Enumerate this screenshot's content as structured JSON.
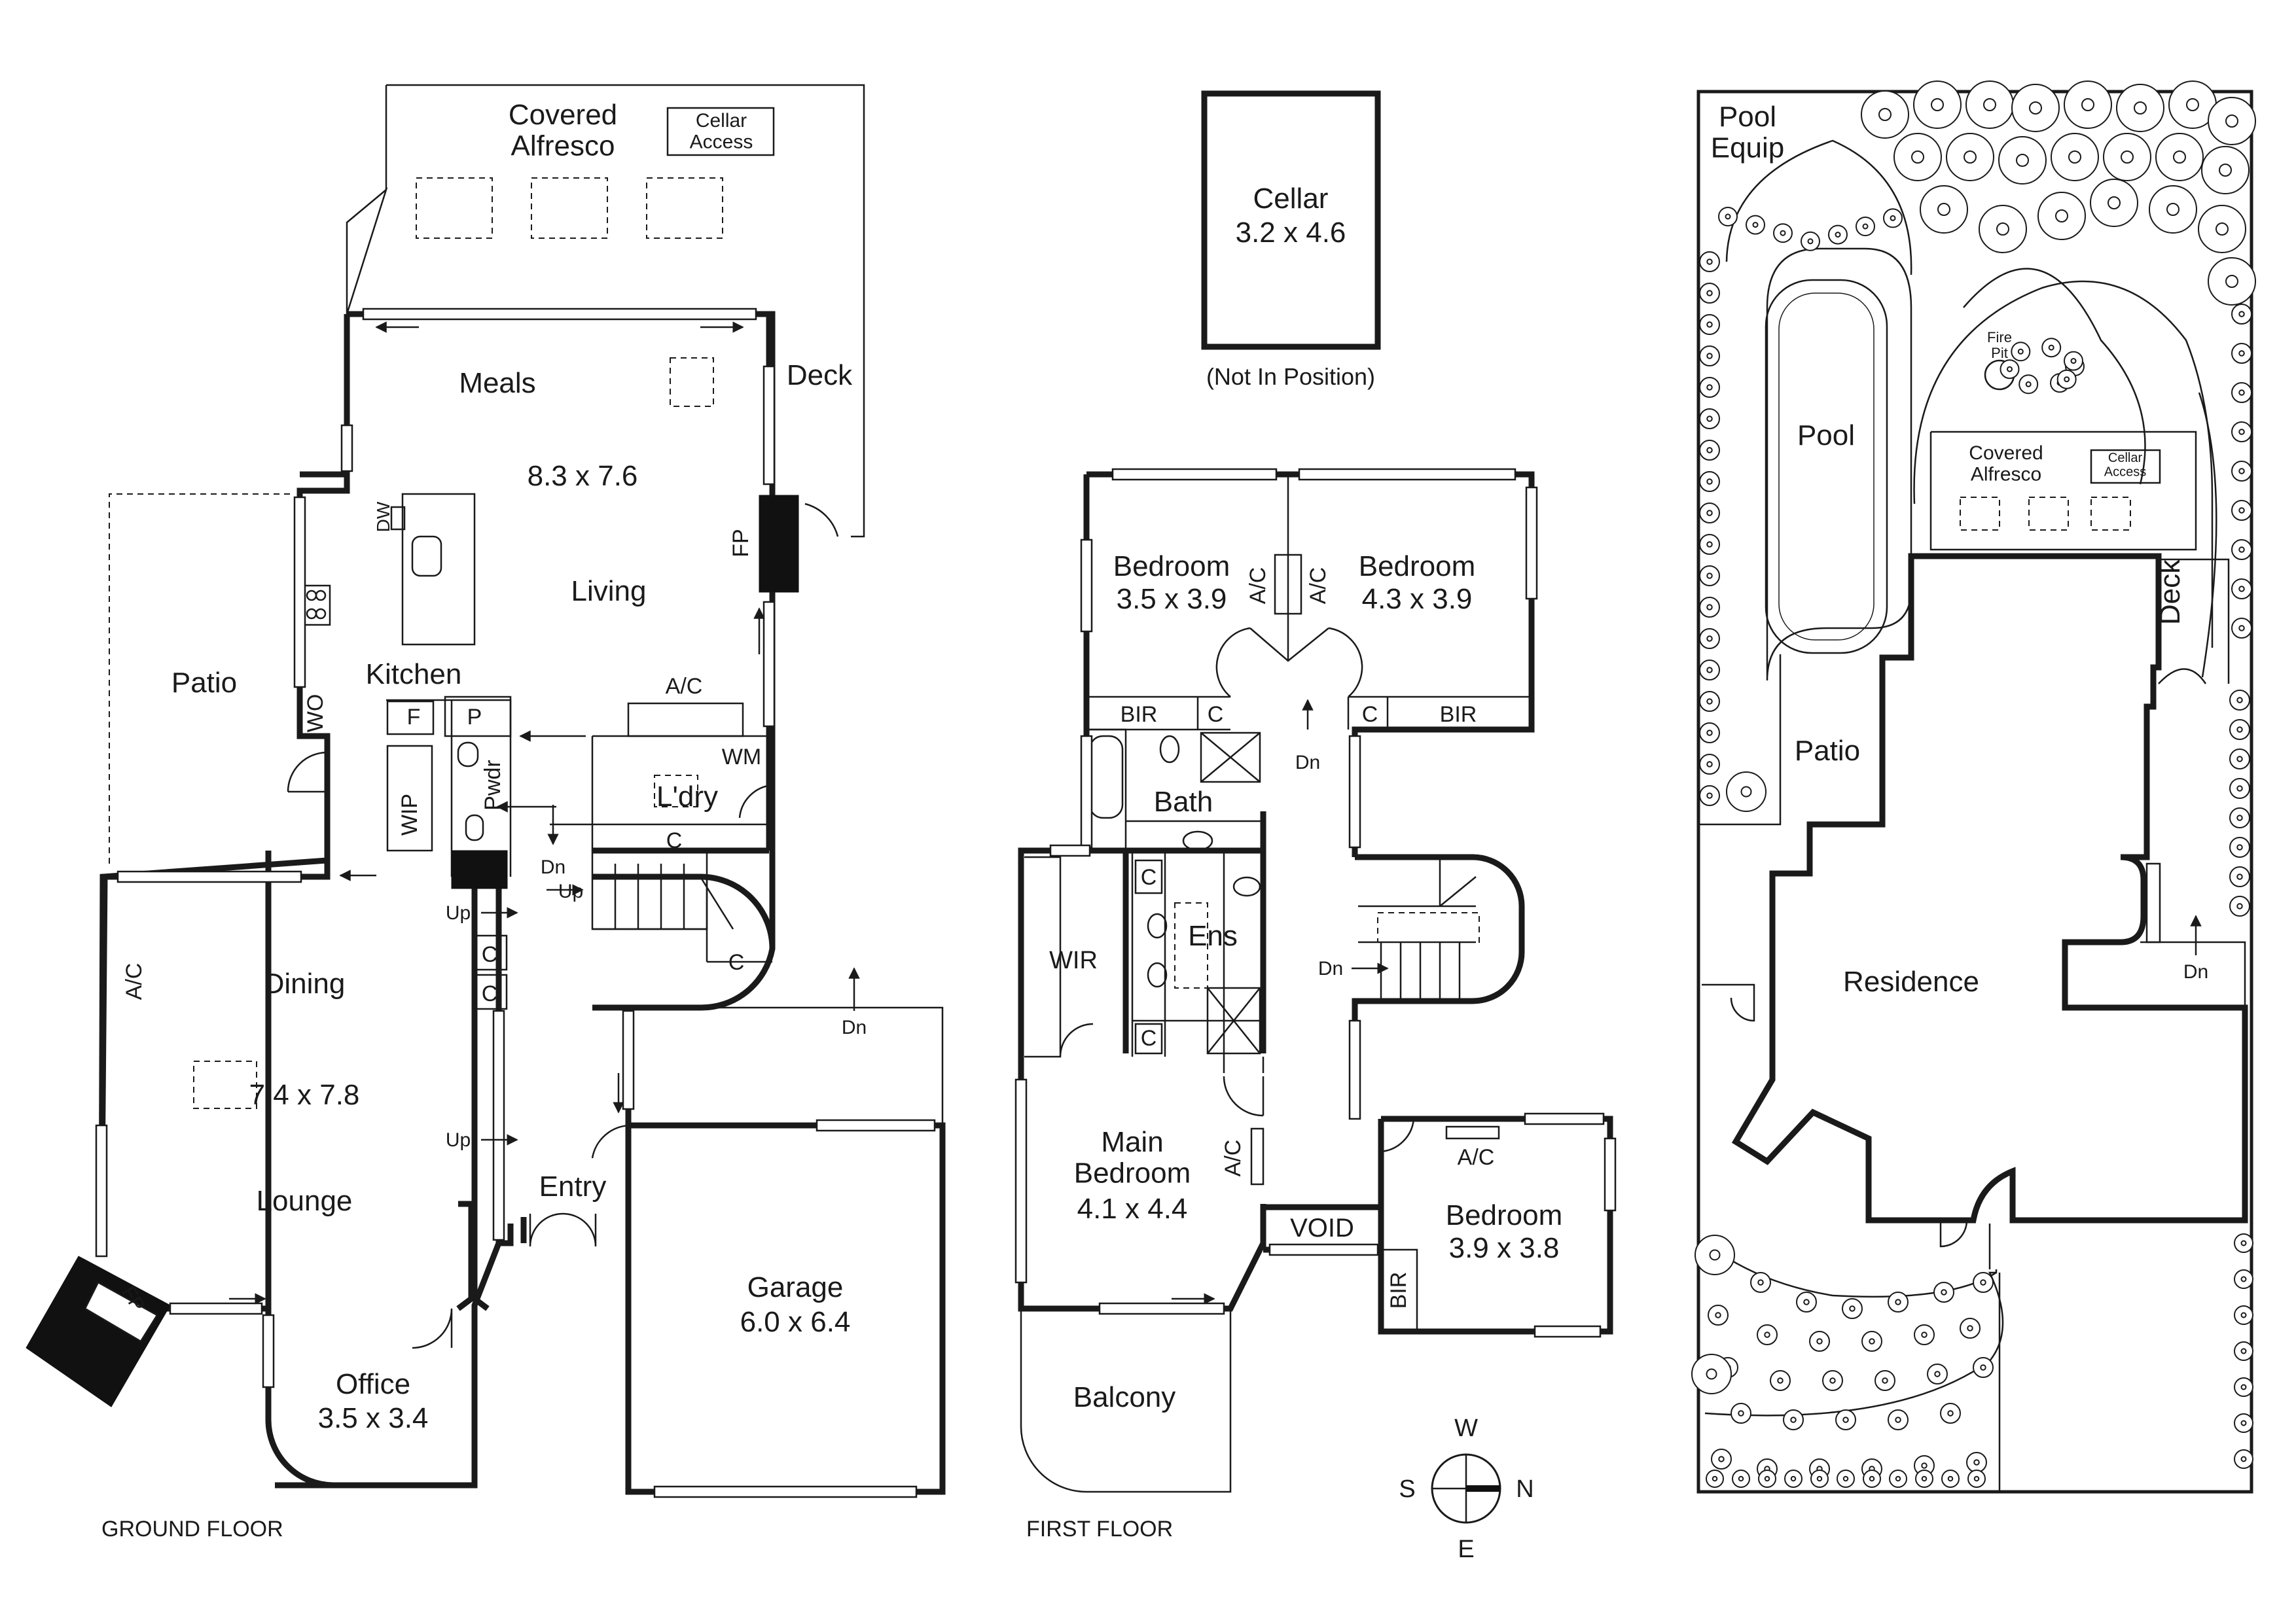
{
  "ground_floor": {
    "caption": "GROUND FLOOR",
    "covered_alfresco": "Covered\nAlfresco",
    "cellar_access": "Cellar\nAccess",
    "meals": "Meals",
    "meals_living_dim": "8.3 x 7.6",
    "living": "Living",
    "deck": "Deck",
    "fp": "FP",
    "dw": "DW",
    "kitchen": "Kitchen",
    "patio": "Patio",
    "wo": "WO",
    "f": "F",
    "p": "P",
    "wip": "WIP",
    "pwdr": "Pwdr",
    "wm": "WM",
    "ldry": "L'dry",
    "c": "C",
    "ac": "A/C",
    "dn": "Dn",
    "up": "Up",
    "dining": "Dining",
    "dining_lounge_dim": "7.4 x  7.8",
    "lounge": "Lounge",
    "entry": "Entry",
    "garage": "Garage",
    "garage_dim": "6.0 x 6.4",
    "office": "Office",
    "office_dim": "3.5 x 3.4"
  },
  "cellar": {
    "name": "Cellar",
    "dim": "3.2 x 4.6",
    "note": "(Not In Position)"
  },
  "first_floor": {
    "caption": "FIRST FLOOR",
    "bedroom": "Bedroom",
    "bed2_dim": "3.5 x 3.9",
    "bed3_dim": "4.3 x 3.9",
    "ac": "A/C",
    "bir": "BIR",
    "c": "C",
    "dn": "Dn",
    "bath": "Bath",
    "wir": "WIR",
    "ens": "Ens",
    "main_bedroom": "Main\nBedroom",
    "main_dim": "4.1 x 4.4",
    "void": "VOID",
    "bed4_dim": "3.9 x 3.8",
    "balcony": "Balcony"
  },
  "compass": {
    "w": "W",
    "s": "S",
    "n": "N",
    "e": "E"
  },
  "site_plan": {
    "pool_equip": "Pool\nEquip",
    "pool": "Pool",
    "fire_pit": "Fire\nPit",
    "covered_alfresco": "Covered\nAlfresco",
    "cellar_access": "Cellar\nAccess",
    "deck": "Deck",
    "patio": "Patio",
    "residence": "Residence",
    "dn": "Dn"
  }
}
